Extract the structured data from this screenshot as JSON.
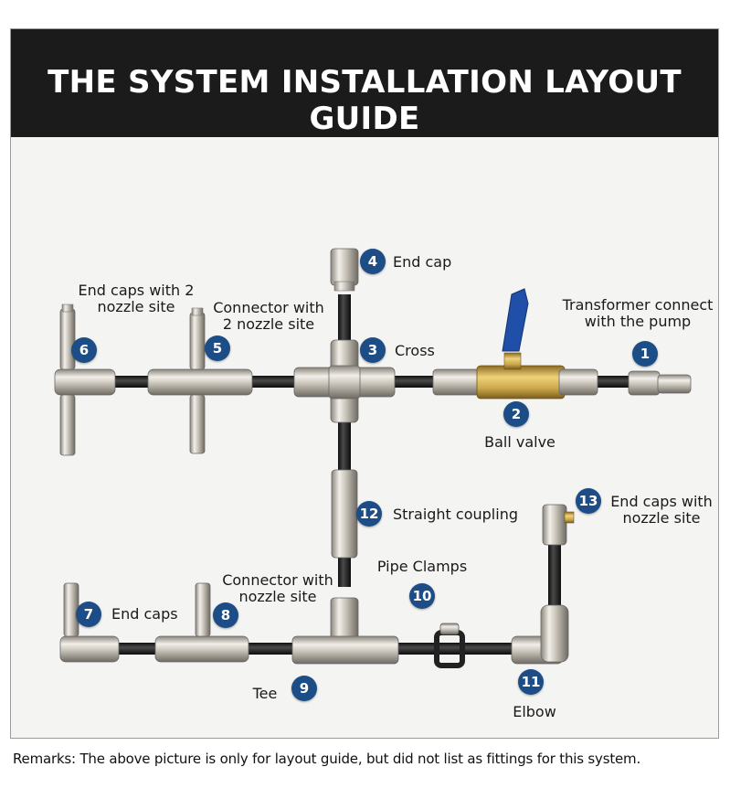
{
  "title": "THE SYSTEM INSTALLATION LAYOUT GUIDE",
  "parts": [
    {
      "num": "1",
      "label_lines": [
        "Transformer connect",
        "with the pump"
      ]
    },
    {
      "num": "2",
      "label_lines": [
        "Ball valve"
      ]
    },
    {
      "num": "3",
      "label_lines": [
        "Cross"
      ]
    },
    {
      "num": "4",
      "label_lines": [
        "End cap"
      ]
    },
    {
      "num": "5",
      "label_lines": [
        "Connector with",
        "2 nozzle site"
      ]
    },
    {
      "num": "6",
      "label_lines": [
        "End caps with 2",
        "nozzle site"
      ]
    },
    {
      "num": "7",
      "label_lines": [
        "End caps"
      ]
    },
    {
      "num": "8",
      "label_lines": [
        "Connector with",
        "nozzle site"
      ]
    },
    {
      "num": "9",
      "label_lines": [
        "Tee"
      ]
    },
    {
      "num": "10",
      "label_lines": [
        "Pipe Clamps"
      ]
    },
    {
      "num": "11",
      "label_lines": [
        "Elbow"
      ]
    },
    {
      "num": "12",
      "label_lines": [
        "Straight coupling"
      ]
    },
    {
      "num": "13",
      "label_lines": [
        "End caps with",
        "nozzle site"
      ]
    }
  ],
  "remarks": "Remarks: The above picture is only for layout guide, but did not list as fittings for this system.",
  "colors": {
    "badge": "#1d4d86",
    "header": "#1b1b1b",
    "valve_handle": "#1f4fa8",
    "brass": "#c9a64a"
  }
}
